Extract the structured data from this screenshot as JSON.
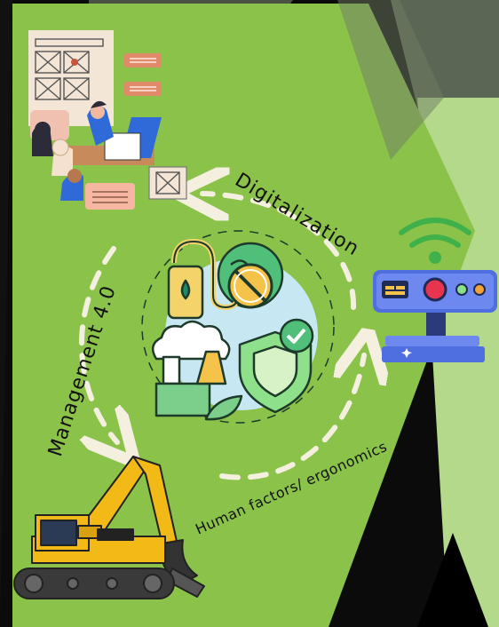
{
  "labels": {
    "digitalization": "Digitalization",
    "management": "Management 4.0",
    "human_factors": "Human factors/ ergonomics"
  },
  "colors": {
    "background_green": "#8bc34a",
    "light_green_panel": "#b5d98a",
    "dark_top": "#5c6655",
    "arrow_dashes": "#f5efe0",
    "excavator_yellow": "#f3b917",
    "router_blue": "#4f6ee0",
    "wifi_green": "#3fb04a"
  },
  "icons": [
    "office-workers-icon",
    "sustainability-icon",
    "wifi-router-icon",
    "excavator-icon"
  ]
}
